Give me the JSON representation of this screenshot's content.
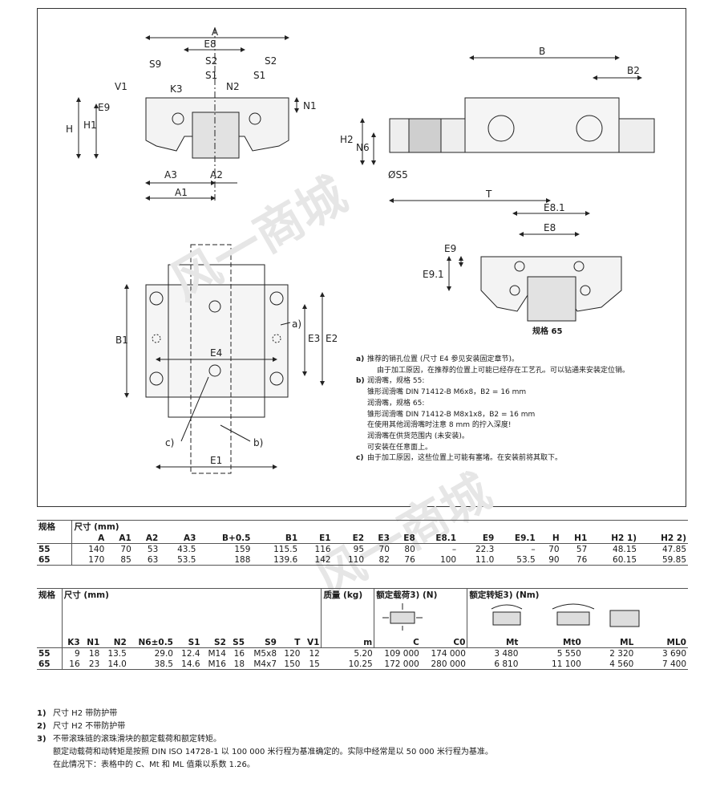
{
  "drawing": {
    "labels": {
      "A": "A",
      "E8": "E8",
      "S2": "S2",
      "S1": "S1",
      "N2": "N2",
      "S9": "S9",
      "K3": "K3",
      "V1": "V1",
      "E9": "E9",
      "H": "H",
      "H1": "H1",
      "N1": "N1",
      "A3": "A3",
      "A2": "A2",
      "A1": "A1",
      "B": "B",
      "B2": "B2",
      "H2": "H2",
      "N6": "N6",
      "S5": "ØS5",
      "T": "T",
      "E81": "E8.1",
      "E91": "E9.1",
      "B1": "B1",
      "E3": "E3",
      "E2": "E2",
      "E4": "E4",
      "E1": "E1",
      "a": "a)",
      "b": "b)",
      "c": "c)"
    },
    "caption": "规格 65",
    "notes": [
      {
        "tag": "a)",
        "lines": [
          "推荐的销孔位置 (尺寸 E4 参见安装固定章节)。",
          "由于加工原因，在推荐的位置上可能已经存在工艺孔。可以钻通来安装定位销。"
        ]
      },
      {
        "tag": "b)",
        "lines": [
          "润滑嘴，规格 55:",
          "锥形润滑嘴 DIN 71412-B M6x8，B2 = 16 mm",
          "润滑嘴，规格 65:",
          "锥形润滑嘴 DIN 71412-B M8x1x8，B2 = 16 mm",
          "在使用其他润滑嘴时注意 8 mm 的拧入深度!",
          "润滑嘴在供货范围内 (未安装)。",
          "可安装在任意面上。"
        ]
      },
      {
        "tag": "c)",
        "lines": [
          "由于加工原因，这些位置上可能有塞堵。在安装前将其取下。"
        ]
      }
    ],
    "watermark": "风一商城"
  },
  "table1": {
    "col_label": "规格",
    "unit_label": "尺寸 (mm)",
    "headers": [
      "A",
      "A1",
      "A2",
      "A3",
      "B+0.5",
      "B1",
      "E1",
      "E2",
      "E3",
      "E8",
      "E8.1",
      "E9",
      "E9.1",
      "H",
      "H1",
      "H2 1)",
      "H2 2)"
    ],
    "rows": [
      [
        "55",
        "140",
        "70",
        "53",
        "43.5",
        "159",
        "115.5",
        "116",
        "95",
        "70",
        "80",
        "–",
        "22.3",
        "–",
        "70",
        "57",
        "48.15",
        "47.85"
      ],
      [
        "65",
        "170",
        "85",
        "63",
        "53.5",
        "188",
        "139.6",
        "142",
        "110",
        "82",
        "76",
        "100",
        "11.0",
        "53.5",
        "90",
        "76",
        "60.15",
        "59.85"
      ]
    ]
  },
  "table2": {
    "col_label": "规格",
    "unit_label": "尺寸 (mm)",
    "mass_label": "质量 (kg)",
    "load_label": "额定载荷3) (N)",
    "torque_label": "额定转矩3) (Nm)",
    "headers": [
      "K3",
      "N1",
      "N2",
      "N6±0.5",
      "S1",
      "S2",
      "S5",
      "S9",
      "T",
      "V1",
      "m",
      "C",
      "C0",
      "Mt",
      "Mt0",
      "ML",
      "ML0"
    ],
    "rows": [
      [
        "55",
        "9",
        "18",
        "13.5",
        "29.0",
        "12.4",
        "M14",
        "16",
        "M5x8",
        "120",
        "12",
        "5.20",
        "109 000",
        "174 000",
        "3 480",
        "5 550",
        "2 320",
        "3 690"
      ],
      [
        "65",
        "16",
        "23",
        "14.0",
        "38.5",
        "14.6",
        "M16",
        "18",
        "M4x7",
        "150",
        "15",
        "10.25",
        "172 000",
        "280 000",
        "6 810",
        "11 100",
        "4 560",
        "7 400"
      ]
    ]
  },
  "footnotes": [
    {
      "k": "1)",
      "text": "尺寸 H2 带防护带"
    },
    {
      "k": "2)",
      "text": "尺寸 H2 不带防护带"
    },
    {
      "k": "3)",
      "text": "不带滚珠链的滚珠滑块的额定载荷和额定转矩。"
    },
    {
      "k": "",
      "text": "额定动载荷和动转矩是按照 DIN ISO 14728-1 以 100 000 米行程为基准确定的。实际中经常是以 50 000 米行程为基准。"
    },
    {
      "k": "",
      "text": "在此情况下：表格中的 C、Mt 和 ML 值乘以系数 1.26。"
    }
  ]
}
